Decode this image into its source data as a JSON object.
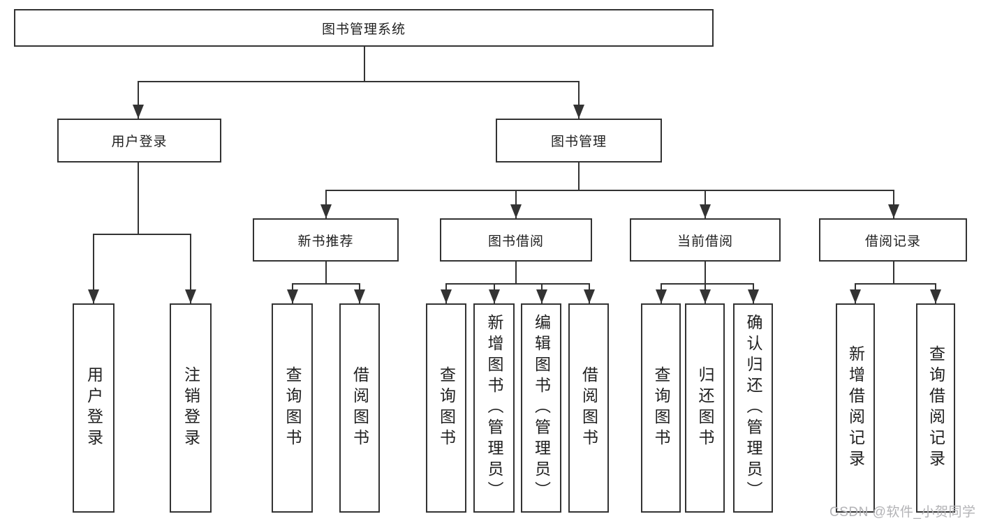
{
  "title": "图书管理系统",
  "level2": {
    "user_login": "用户登录",
    "book_mgmt": "图书管理"
  },
  "level3": {
    "new_book_rec": "新书推荐",
    "book_borrow": "图书借阅",
    "current_borrow": "当前借阅",
    "borrow_records": "借阅记录"
  },
  "leaves": {
    "user_login": [
      "用户登录",
      "注销登录"
    ],
    "new_book_rec": [
      "查询图书",
      "借阅图书"
    ],
    "book_borrow": [
      "查询图书",
      "新增图书（管理员）",
      "编辑图书（管理员）",
      "借阅图书"
    ],
    "current_borrow": [
      "查询图书",
      "归还图书",
      "确认归还（管理员）"
    ],
    "borrow_records": [
      "新增借阅记录",
      "查询借阅记录"
    ]
  },
  "watermark": "CSDN @软件_小贺同学",
  "colors": {
    "line": "#333333",
    "text": "#1f1f1f",
    "background": "#ffffff",
    "watermark": "#b3b3b6"
  }
}
